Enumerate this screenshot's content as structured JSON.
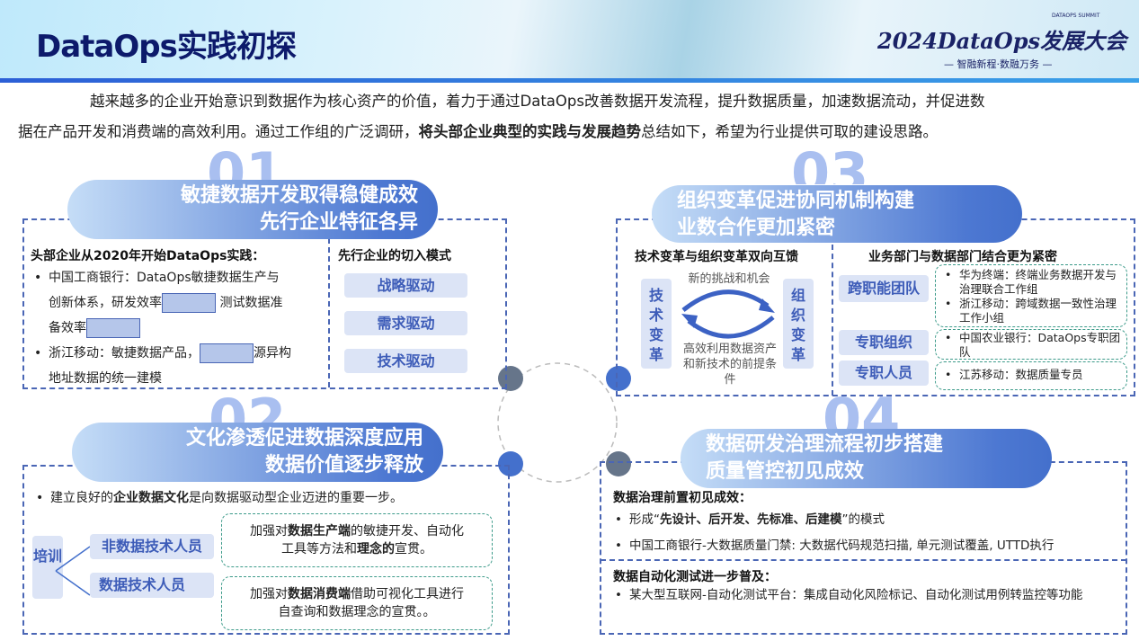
{
  "header": {
    "title": "DataOps实践初探",
    "logo_small": "DATAOPS SUMMIT",
    "logo": "2024DataOps发展大会",
    "slogan": "— 智融新程·数融万务 —"
  },
  "intro": {
    "line1": "越来越多的企业开始意识到数据作为核心资产的价值，着力于通过DataOps改善数据开发流程，提升数据质量，加速数据流动，并促进数",
    "line2a": "据在产品开发和消费端的高效利用。通过工作组的广泛调研，",
    "line2b": "将头部企业典型的实践与发展趋势",
    "line2c": "总结如下，希望为行业提供可取的建设思路。"
  },
  "p1": {
    "num": "01",
    "title1": "敏捷数据开发取得稳健成效",
    "title2": "先行企业特征各异",
    "heading": "头部企业从2020年开始DataOps实践：",
    "b1a": "中国工商银行：DataOps敏捷数据生产与",
    "b1b": "创新体系，研发效率",
    "b1c": "测试数据准",
    "b1d": "备效率",
    "b2a": "浙江移动：敏捷数据产品，",
    "b2b": "源异构",
    "b2c": "地址数据的统一建模",
    "right_heading": "先行企业的切入模式",
    "modes": [
      "战略驱动",
      "需求驱动",
      "技术驱动"
    ]
  },
  "p2": {
    "num": "02",
    "title1": "文化渗透促进数据深度应用",
    "title2": "数据价值逐步释放",
    "b1a": "建立良好的",
    "b1b": "企业数据文化",
    "b1c": "是向数据驱动型企业迈进的重要一步。",
    "train": "培训",
    "g1": "非数据技术人员",
    "g2": "数据技术人员",
    "box1a": "加强对",
    "box1b": "数据生产端",
    "box1c": "的敏捷开发、自动化",
    "box1d": "工具等方法和",
    "box1e": "理念的",
    "box1f": "宣贯。",
    "box2a": "加强对",
    "box2b": "数据消费端",
    "box2c": "借助可视化工具进行",
    "box2d": "自查询和数据理念的宣贯。。"
  },
  "p3": {
    "num": "03",
    "title1": "组织变革促进协同机制构建",
    "title2": "业数合作更加紧密",
    "left_heading": "技术变革与组织变革双向互馈",
    "tech": "技术变革",
    "org": "组织变革",
    "top_label": "新的挑战和机会",
    "bottom_label": "高效利用数据资产和新技术的前提条件",
    "right_heading": "业务部门与数据部门结合更为紧密",
    "rows": [
      {
        "label": "跨职能团队",
        "items": [
          "华为终端：终端业务数据开发与治理联合工作组",
          "浙江移动：跨域数据一致性治理工作小组"
        ]
      },
      {
        "label": "专职组织",
        "items": [
          "中国农业银行：DataOps专职团队"
        ]
      },
      {
        "label": "专职人员",
        "items": [
          "江苏移动：数据质量专员"
        ]
      }
    ]
  },
  "p4": {
    "num": "04",
    "title1": "数据研发治理流程初步搭建",
    "title2": "质量管控初见成效",
    "h1": "数据治理前置初见成效：",
    "b1a": "形成“",
    "b1b": "先设计、后开发、先标准、后建模",
    "b1c": "”的模式",
    "b2": "中国工商银行-大数据质量门禁: 大数据代码规范扫描, 单元测试覆盖, UTTD执行",
    "h2": "数据自动化测试进一步普及：",
    "b3": "某大型互联网-自动化测试平台：集成自动化风险标记、自动化测试用例转监控等功能"
  },
  "colors": {
    "navy": "#0d1a6b",
    "accent": "#4470cc",
    "button_bg": "#dce4f6",
    "green_dash": "#3d9b8a"
  }
}
